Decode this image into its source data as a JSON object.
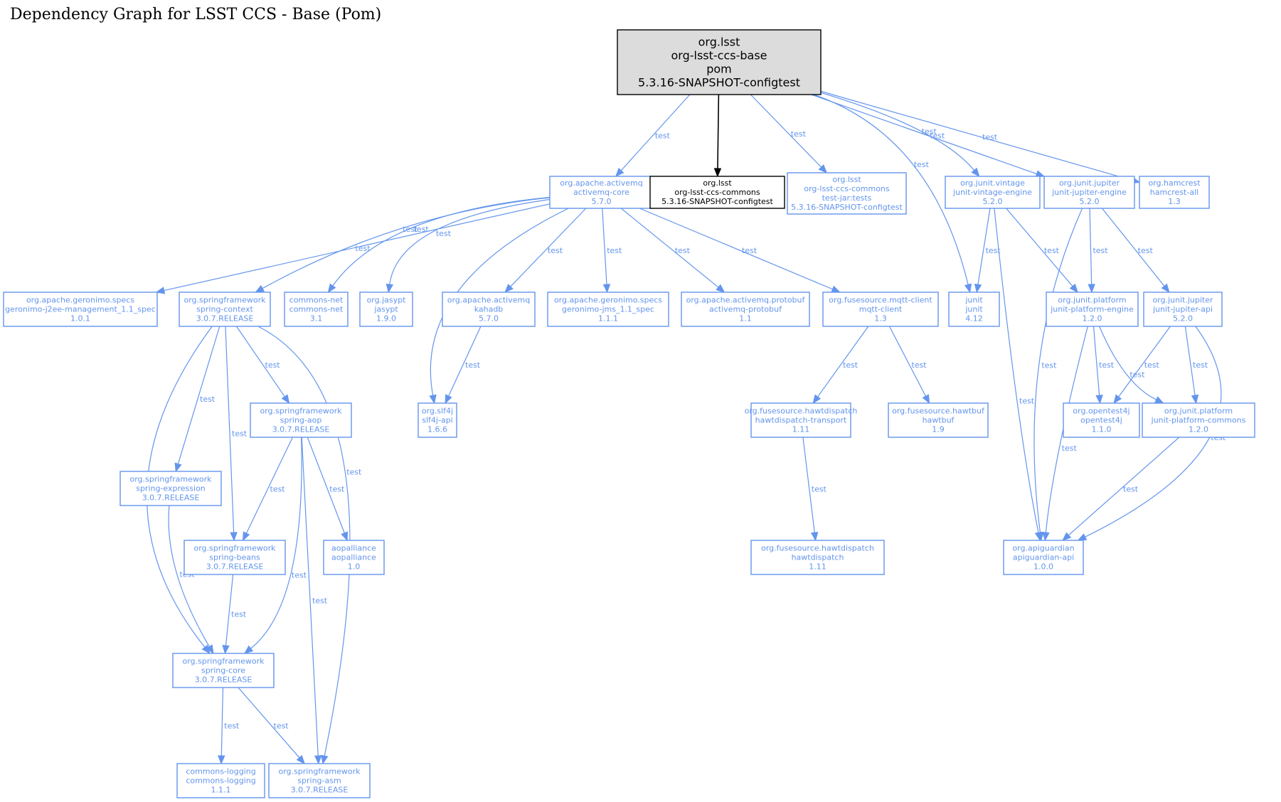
{
  "title": "Dependency Graph for LSST CCS - Base (Pom)",
  "colors": {
    "dependency": "#6495ed",
    "root_fill": "#dcdcdc",
    "main": "#000000"
  },
  "nodes": [
    {
      "id": "root",
      "style": "root",
      "lines": [
        "org.lsst",
        "org-lsst-ccs-base",
        "pom",
        "5.3.16-SNAPSHOT-configtest"
      ]
    },
    {
      "id": "activemq-core",
      "lines": [
        "org.apache.activemq",
        "activemq-core",
        "5.7.0"
      ]
    },
    {
      "id": "ccs-commons",
      "style": "main",
      "lines": [
        "org.lsst",
        "org-lsst-ccs-commons",
        "5.3.16-SNAPSHOT-configtest"
      ]
    },
    {
      "id": "ccs-commons-tests",
      "lines": [
        "org.lsst",
        "org-lsst-ccs-commons",
        "test-jar:tests",
        "5.3.16-SNAPSHOT-configtest"
      ]
    },
    {
      "id": "junit-vintage-engine",
      "lines": [
        "org.junit.vintage",
        "junit-vintage-engine",
        "5.2.0"
      ]
    },
    {
      "id": "junit-jupiter-engine",
      "lines": [
        "org.junit.jupiter",
        "junit-jupiter-engine",
        "5.2.0"
      ]
    },
    {
      "id": "hamcrest-all",
      "lines": [
        "org.hamcrest",
        "hamcrest-all",
        "1.3"
      ]
    },
    {
      "id": "geronimo-j2ee",
      "lines": [
        "org.apache.geronimo.specs",
        "geronimo-j2ee-management_1.1_spec",
        "1.0.1"
      ]
    },
    {
      "id": "spring-context",
      "lines": [
        "org.springframework",
        "spring-context",
        "3.0.7.RELEASE"
      ]
    },
    {
      "id": "commons-net",
      "lines": [
        "commons-net",
        "commons-net",
        "3.1"
      ]
    },
    {
      "id": "jasypt",
      "lines": [
        "org.jasypt",
        "jasypt",
        "1.9.0"
      ]
    },
    {
      "id": "kahadb",
      "lines": [
        "org.apache.activemq",
        "kahadb",
        "5.7.0"
      ]
    },
    {
      "id": "geronimo-jms",
      "lines": [
        "org.apache.geronimo.specs",
        "geronimo-jms_1.1_spec",
        "1.1.1"
      ]
    },
    {
      "id": "activemq-protobuf",
      "lines": [
        "org.apache.activemq.protobuf",
        "activemq-protobuf",
        "1.1"
      ]
    },
    {
      "id": "mqtt-client",
      "lines": [
        "org.fusesource.mqtt-client",
        "mqtt-client",
        "1.3"
      ]
    },
    {
      "id": "junit",
      "lines": [
        "junit",
        "junit",
        "4.12"
      ]
    },
    {
      "id": "junit-platform-engine",
      "lines": [
        "org.junit.platform",
        "junit-platform-engine",
        "1.2.0"
      ]
    },
    {
      "id": "junit-jupiter-api",
      "lines": [
        "org.junit.jupiter",
        "junit-jupiter-api",
        "5.2.0"
      ]
    },
    {
      "id": "spring-aop",
      "lines": [
        "org.springframework",
        "spring-aop",
        "3.0.7.RELEASE"
      ]
    },
    {
      "id": "slf4j-api",
      "lines": [
        "org.slf4j",
        "slf4j-api",
        "1.6.6"
      ]
    },
    {
      "id": "hawtdispatch-transport",
      "lines": [
        "org.fusesource.hawtdispatch",
        "hawtdispatch-transport",
        "1.11"
      ]
    },
    {
      "id": "hawtbuf",
      "lines": [
        "org.fusesource.hawtbuf",
        "hawtbuf",
        "1.9"
      ]
    },
    {
      "id": "opentest4j",
      "lines": [
        "org.opentest4j",
        "opentest4j",
        "1.1.0"
      ]
    },
    {
      "id": "junit-platform-commons",
      "lines": [
        "org.junit.platform",
        "junit-platform-commons",
        "1.2.0"
      ]
    },
    {
      "id": "spring-expression",
      "lines": [
        "org.springframework",
        "spring-expression",
        "3.0.7.RELEASE"
      ]
    },
    {
      "id": "spring-beans",
      "lines": [
        "org.springframework",
        "spring-beans",
        "3.0.7.RELEASE"
      ]
    },
    {
      "id": "aopalliance",
      "lines": [
        "aopalliance",
        "aopalliance",
        "1.0"
      ]
    },
    {
      "id": "hawtdispatch",
      "lines": [
        "org.fusesource.hawtdispatch",
        "hawtdispatch",
        "1.11"
      ]
    },
    {
      "id": "apiguardian-api",
      "lines": [
        "org.apiguardian",
        "apiguardian-api",
        "1.0.0"
      ]
    },
    {
      "id": "spring-core",
      "lines": [
        "org.springframework",
        "spring-core",
        "3.0.7.RELEASE"
      ]
    },
    {
      "id": "commons-logging",
      "lines": [
        "commons-logging",
        "commons-logging",
        "1.1.1"
      ]
    },
    {
      "id": "spring-asm",
      "lines": [
        "org.springframework",
        "spring-asm",
        "3.0.7.RELEASE"
      ]
    }
  ],
  "edges": [
    {
      "from": "root",
      "to": "activemq-core",
      "label": "test"
    },
    {
      "from": "root",
      "to": "ccs-commons",
      "label": "",
      "style": "main"
    },
    {
      "from": "root",
      "to": "ccs-commons-tests",
      "label": "test"
    },
    {
      "from": "root",
      "to": "junit",
      "label": "test"
    },
    {
      "from": "root",
      "to": "junit-vintage-engine",
      "label": "test"
    },
    {
      "from": "root",
      "to": "junit-jupiter-engine",
      "label": "test"
    },
    {
      "from": "root",
      "to": "hamcrest-all",
      "label": "test"
    },
    {
      "from": "activemq-core",
      "to": "geronimo-j2ee",
      "label": "test"
    },
    {
      "from": "activemq-core",
      "to": "spring-context",
      "label": "test"
    },
    {
      "from": "activemq-core",
      "to": "commons-net",
      "label": "test"
    },
    {
      "from": "activemq-core",
      "to": "jasypt",
      "label": "test"
    },
    {
      "from": "activemq-core",
      "to": "slf4j-api",
      "label": "test"
    },
    {
      "from": "activemq-core",
      "to": "kahadb",
      "label": "test"
    },
    {
      "from": "activemq-core",
      "to": "geronimo-jms",
      "label": "test"
    },
    {
      "from": "activemq-core",
      "to": "activemq-protobuf",
      "label": "test"
    },
    {
      "from": "activemq-core",
      "to": "mqtt-client",
      "label": "test"
    },
    {
      "from": "kahadb",
      "to": "slf4j-api",
      "label": "test"
    },
    {
      "from": "mqtt-client",
      "to": "hawtdispatch-transport",
      "label": "test"
    },
    {
      "from": "mqtt-client",
      "to": "hawtbuf",
      "label": "test"
    },
    {
      "from": "hawtdispatch-transport",
      "to": "hawtdispatch",
      "label": "test"
    },
    {
      "from": "junit-vintage-engine",
      "to": "junit",
      "label": "test"
    },
    {
      "from": "junit-vintage-engine",
      "to": "junit-platform-engine",
      "label": "test"
    },
    {
      "from": "junit-vintage-engine",
      "to": "apiguardian-api",
      "label": "test"
    },
    {
      "from": "junit-jupiter-engine",
      "to": "junit-platform-engine",
      "label": "test"
    },
    {
      "from": "junit-jupiter-engine",
      "to": "junit-jupiter-api",
      "label": "test"
    },
    {
      "from": "junit-jupiter-engine",
      "to": "apiguardian-api",
      "label": "test"
    },
    {
      "from": "junit-platform-engine",
      "to": "opentest4j",
      "label": "test"
    },
    {
      "from": "junit-platform-engine",
      "to": "junit-platform-commons",
      "label": "test"
    },
    {
      "from": "junit-platform-engine",
      "to": "apiguardian-api",
      "label": "test"
    },
    {
      "from": "junit-jupiter-api",
      "to": "opentest4j",
      "label": "test"
    },
    {
      "from": "junit-jupiter-api",
      "to": "junit-platform-commons",
      "label": "test"
    },
    {
      "from": "junit-jupiter-api",
      "to": "apiguardian-api",
      "label": "test"
    },
    {
      "from": "junit-platform-commons",
      "to": "apiguardian-api",
      "label": "test"
    },
    {
      "from": "spring-context",
      "to": "spring-expression",
      "label": "test"
    },
    {
      "from": "spring-context",
      "to": "spring-beans",
      "label": "test"
    },
    {
      "from": "spring-context",
      "to": "spring-aop",
      "label": "test"
    },
    {
      "from": "spring-context",
      "to": "spring-core",
      "label": "test"
    },
    {
      "from": "spring-context",
      "to": "spring-asm",
      "label": "test"
    },
    {
      "from": "spring-aop",
      "to": "spring-beans",
      "label": "test"
    },
    {
      "from": "spring-aop",
      "to": "aopalliance",
      "label": "test"
    },
    {
      "from": "spring-aop",
      "to": "spring-core",
      "label": "test"
    },
    {
      "from": "spring-aop",
      "to": "spring-asm",
      "label": "test"
    },
    {
      "from": "spring-expression",
      "to": "spring-core",
      "label": "test"
    },
    {
      "from": "spring-beans",
      "to": "spring-core",
      "label": "test"
    },
    {
      "from": "spring-core",
      "to": "commons-logging",
      "label": "test"
    },
    {
      "from": "spring-core",
      "to": "spring-asm",
      "label": "test"
    }
  ]
}
